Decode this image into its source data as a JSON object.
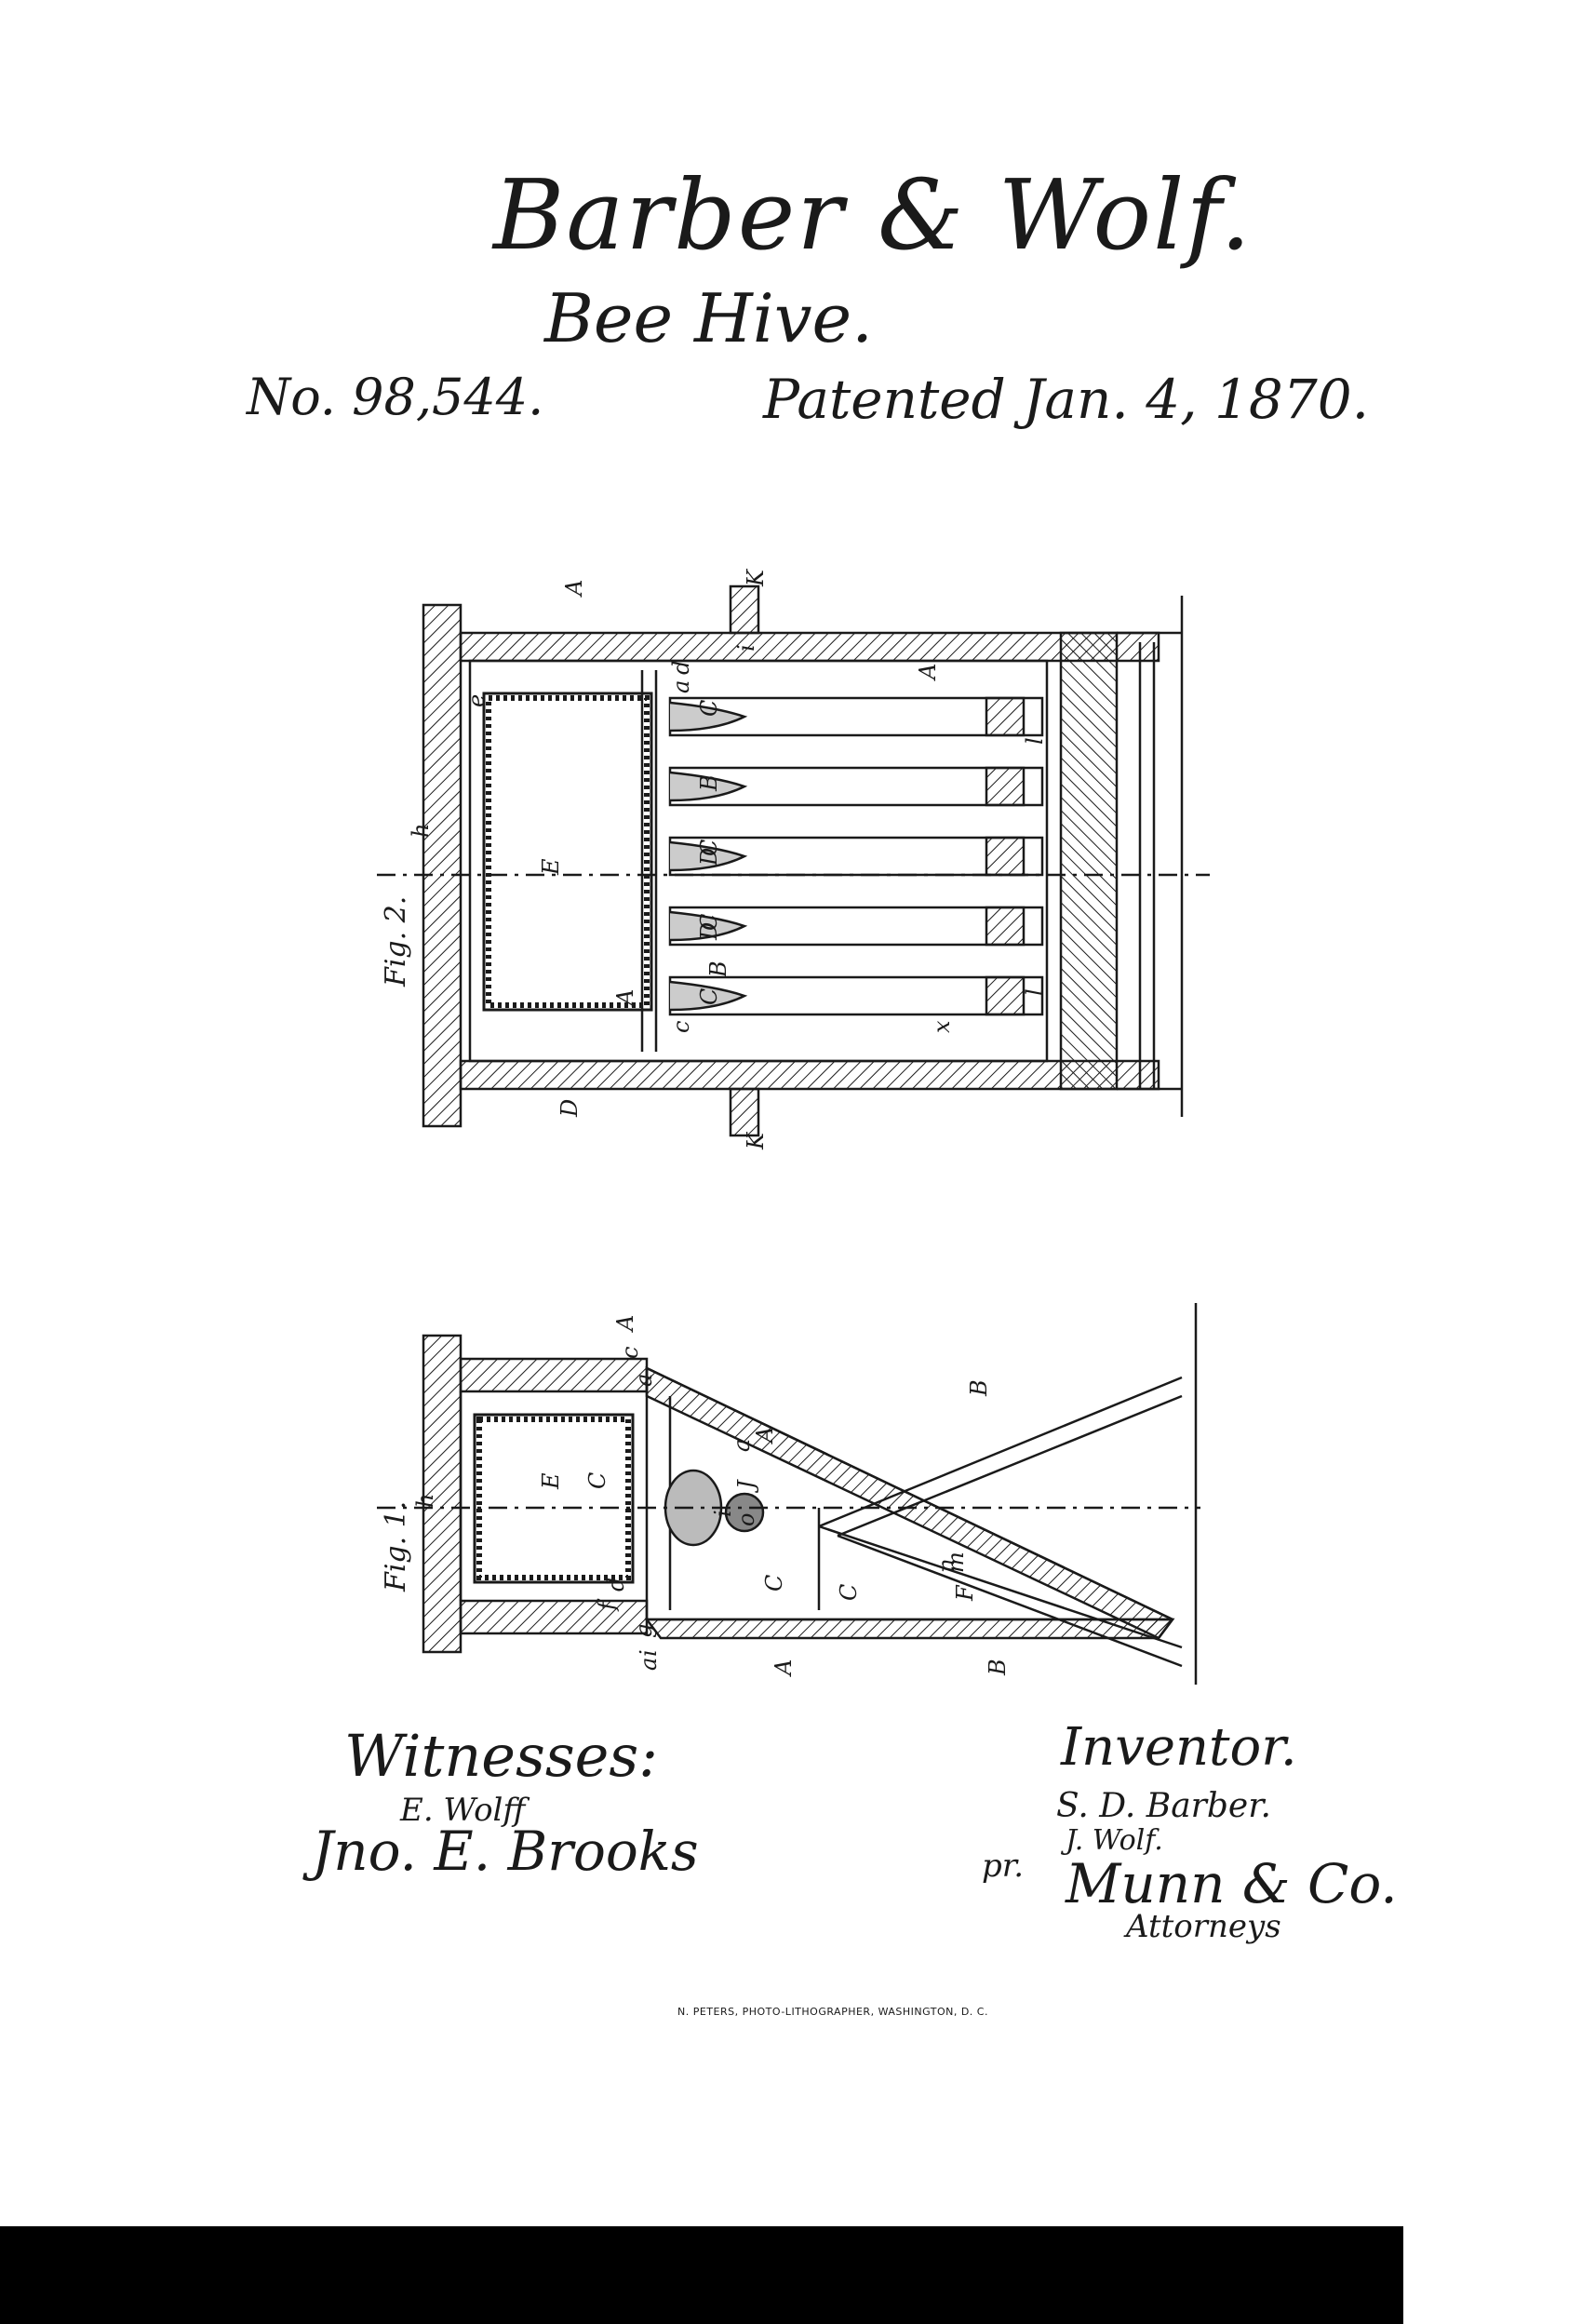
{
  "header": {
    "inventors": "Barber & Wolf.",
    "title": "Bee Hive.",
    "patent_number": "No. 98,544.",
    "patented_date": "Patented Jan. 4, 1870."
  },
  "figures": {
    "fig2": {
      "label": "Fig. 2.",
      "parts": [
        "A",
        "K",
        "E",
        "e",
        "h",
        "d",
        "a",
        "c",
        "C",
        "B",
        "C",
        "D",
        "C",
        "D",
        "C",
        "A",
        "x",
        "i",
        "l",
        "l",
        "K",
        "D",
        "A",
        "B"
      ]
    },
    "fig1": {
      "label": "Fig. 1.",
      "parts": [
        "A",
        "c",
        "a",
        "B",
        "E",
        "h",
        "C",
        "A",
        "a",
        "i",
        "J",
        "o",
        "C",
        "A",
        "B",
        "F",
        "m",
        "n",
        "d",
        "f",
        "g",
        "i",
        "a",
        "C"
      ]
    }
  },
  "witnesses": {
    "label": "Witnesses:",
    "signatures": [
      "E. Wolff",
      "Jno. E. Brooks"
    ]
  },
  "inventor": {
    "label": "Inventor.",
    "names": [
      "S. D. Barber.",
      "J. Wolf."
    ],
    "per": "pr.",
    "attorney_firm": "Munn & Co.",
    "attorneys_label": "Attorneys"
  },
  "printer_line": "N. PETERS, PHOTO-LITHOGRAPHER, WASHINGTON, D. C."
}
